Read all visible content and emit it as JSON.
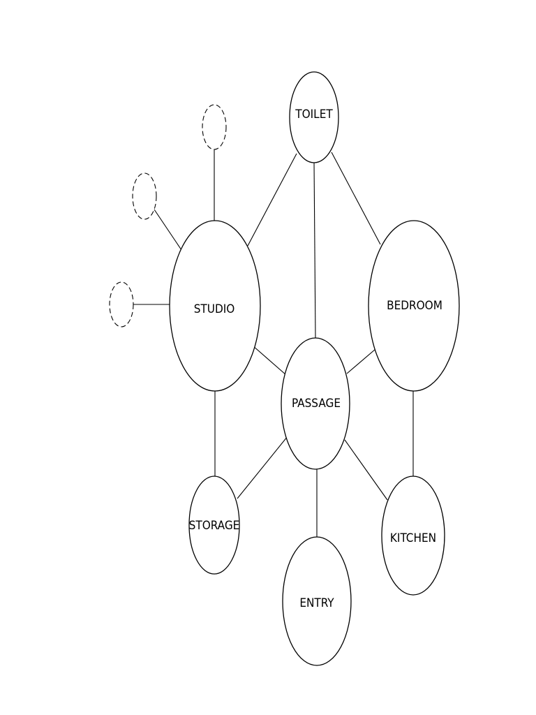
{
  "diagram": {
    "colors": {
      "stroke": "#000000",
      "fill": "#ffffff",
      "background": "#ffffff"
    },
    "nodes": {
      "toilet": {
        "label": "TOILET"
      },
      "studio": {
        "label": "STUDIO"
      },
      "bedroom": {
        "label": "BEDROOM"
      },
      "passage": {
        "label": "PASSAGE"
      },
      "storage": {
        "label": "STORAGE"
      },
      "kitchen": {
        "label": "KITCHEN"
      },
      "entry": {
        "label": "ENTRY"
      }
    },
    "unlabeled_dashed_nodes": [
      "top",
      "middle",
      "left"
    ],
    "edges": [
      [
        "studio",
        "toilet"
      ],
      [
        "toilet",
        "passage"
      ],
      [
        "toilet",
        "bedroom"
      ],
      [
        "studio",
        "passage"
      ],
      [
        "bedroom",
        "passage"
      ],
      [
        "studio",
        "storage"
      ],
      [
        "passage",
        "storage"
      ],
      [
        "passage",
        "entry"
      ],
      [
        "passage",
        "kitchen"
      ],
      [
        "bedroom",
        "kitchen"
      ],
      [
        "studio",
        "dashed-top"
      ],
      [
        "studio",
        "dashed-middle"
      ],
      [
        "studio",
        "dashed-left"
      ]
    ]
  }
}
